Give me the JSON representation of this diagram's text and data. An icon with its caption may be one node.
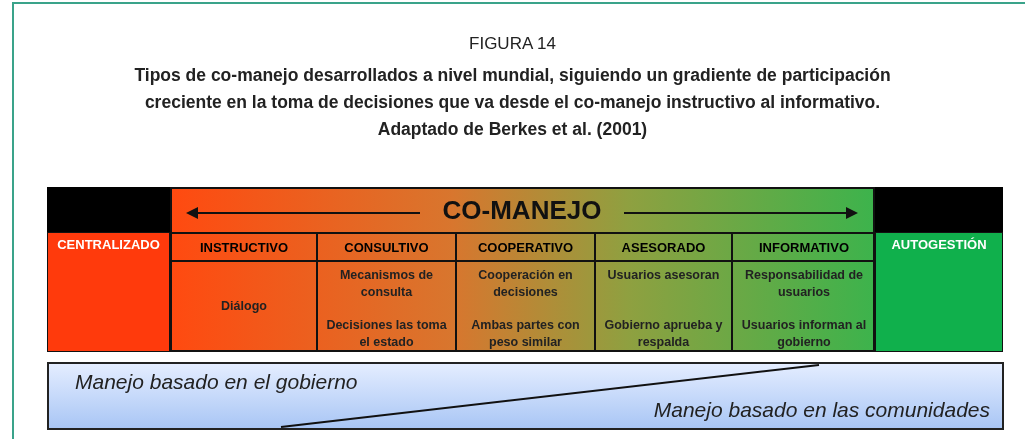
{
  "diagram": {
    "title": "Tipos de co-manejo desarrollados a nivel mundial, siguiendo un gradiente de participación creciente en la toma de decisiones que va desde el co-manejo instructivo al informativo. Adaptado de Berkes et al. (2001)",
    "nodes": [
      {
        "text": [
          "CENTRALIZADO"
        ]
      },
      {
        "text": [
          "CO-MANEJO"
        ]
      },
      {
        "text": [
          "INSTRUCTIVO",
          "Diálogo"
        ],
        "in": 1
      },
      {
        "text": [
          "CONSULTIVO",
          "Mecanismos de consulta",
          "Decisiones las toma el estado"
        ],
        "in": 1
      },
      {
        "text": [
          "COOPERATIVO",
          "Cooperación en decisiones",
          "Ambas partes con peso similar"
        ],
        "in": 1
      },
      {
        "text": [
          "ASESORADO",
          "Usuarios asesoran",
          "Gobierno aprueba y respalda"
        ],
        "in": 1
      },
      {
        "text": [
          "INFORMATIVO",
          "Responsabilidad de usuarios",
          "Usuarios informan al gobierno"
        ],
        "in": 1
      },
      {
        "text": [
          "AUTOGESTIÓN"
        ]
      },
      {
        "text": [
          "Manejo basado en el gobierno",
          "Manejo basado en las comunidades"
        ]
      }
    ],
    "edges": [],
    "labels": [
      "FIGURA 14"
    ]
  }
}
